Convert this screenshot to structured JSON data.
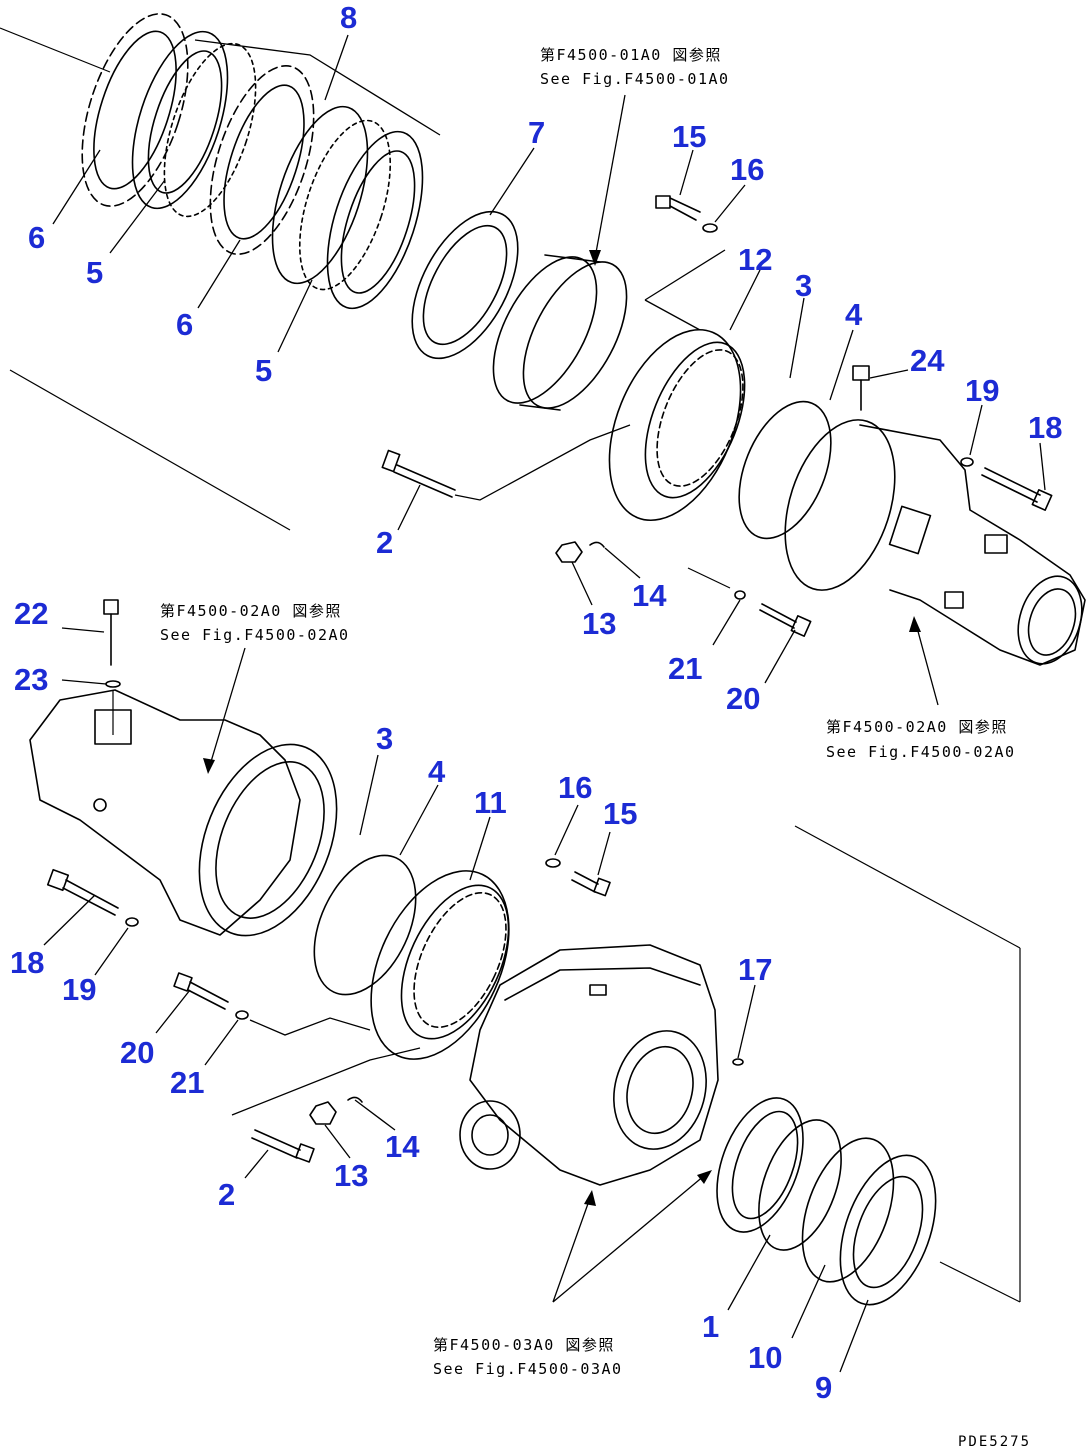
{
  "diagram": {
    "drawing_code": "PDE5275",
    "references": [
      {
        "id": "ref-1",
        "jp": "第F4500-01A0 図参照",
        "en": "See Fig.F4500-01A0"
      },
      {
        "id": "ref-2",
        "jp": "第F4500-02A0 図参照",
        "en": "See Fig.F4500-02A0"
      },
      {
        "id": "ref-3",
        "jp": "第F4500-02A0 図参照",
        "en": "See Fig.F4500-02A0"
      },
      {
        "id": "ref-4",
        "jp": "第F4500-03A0 図参照",
        "en": "See Fig.F4500-03A0"
      }
    ],
    "callouts": [
      "1",
      "2",
      "3",
      "4",
      "5",
      "6",
      "7",
      "8",
      "9",
      "10",
      "11",
      "12",
      "13",
      "14",
      "15",
      "16",
      "17",
      "18",
      "19",
      "20",
      "21",
      "22",
      "23",
      "24"
    ],
    "callout_color": "#1c2bd4"
  }
}
